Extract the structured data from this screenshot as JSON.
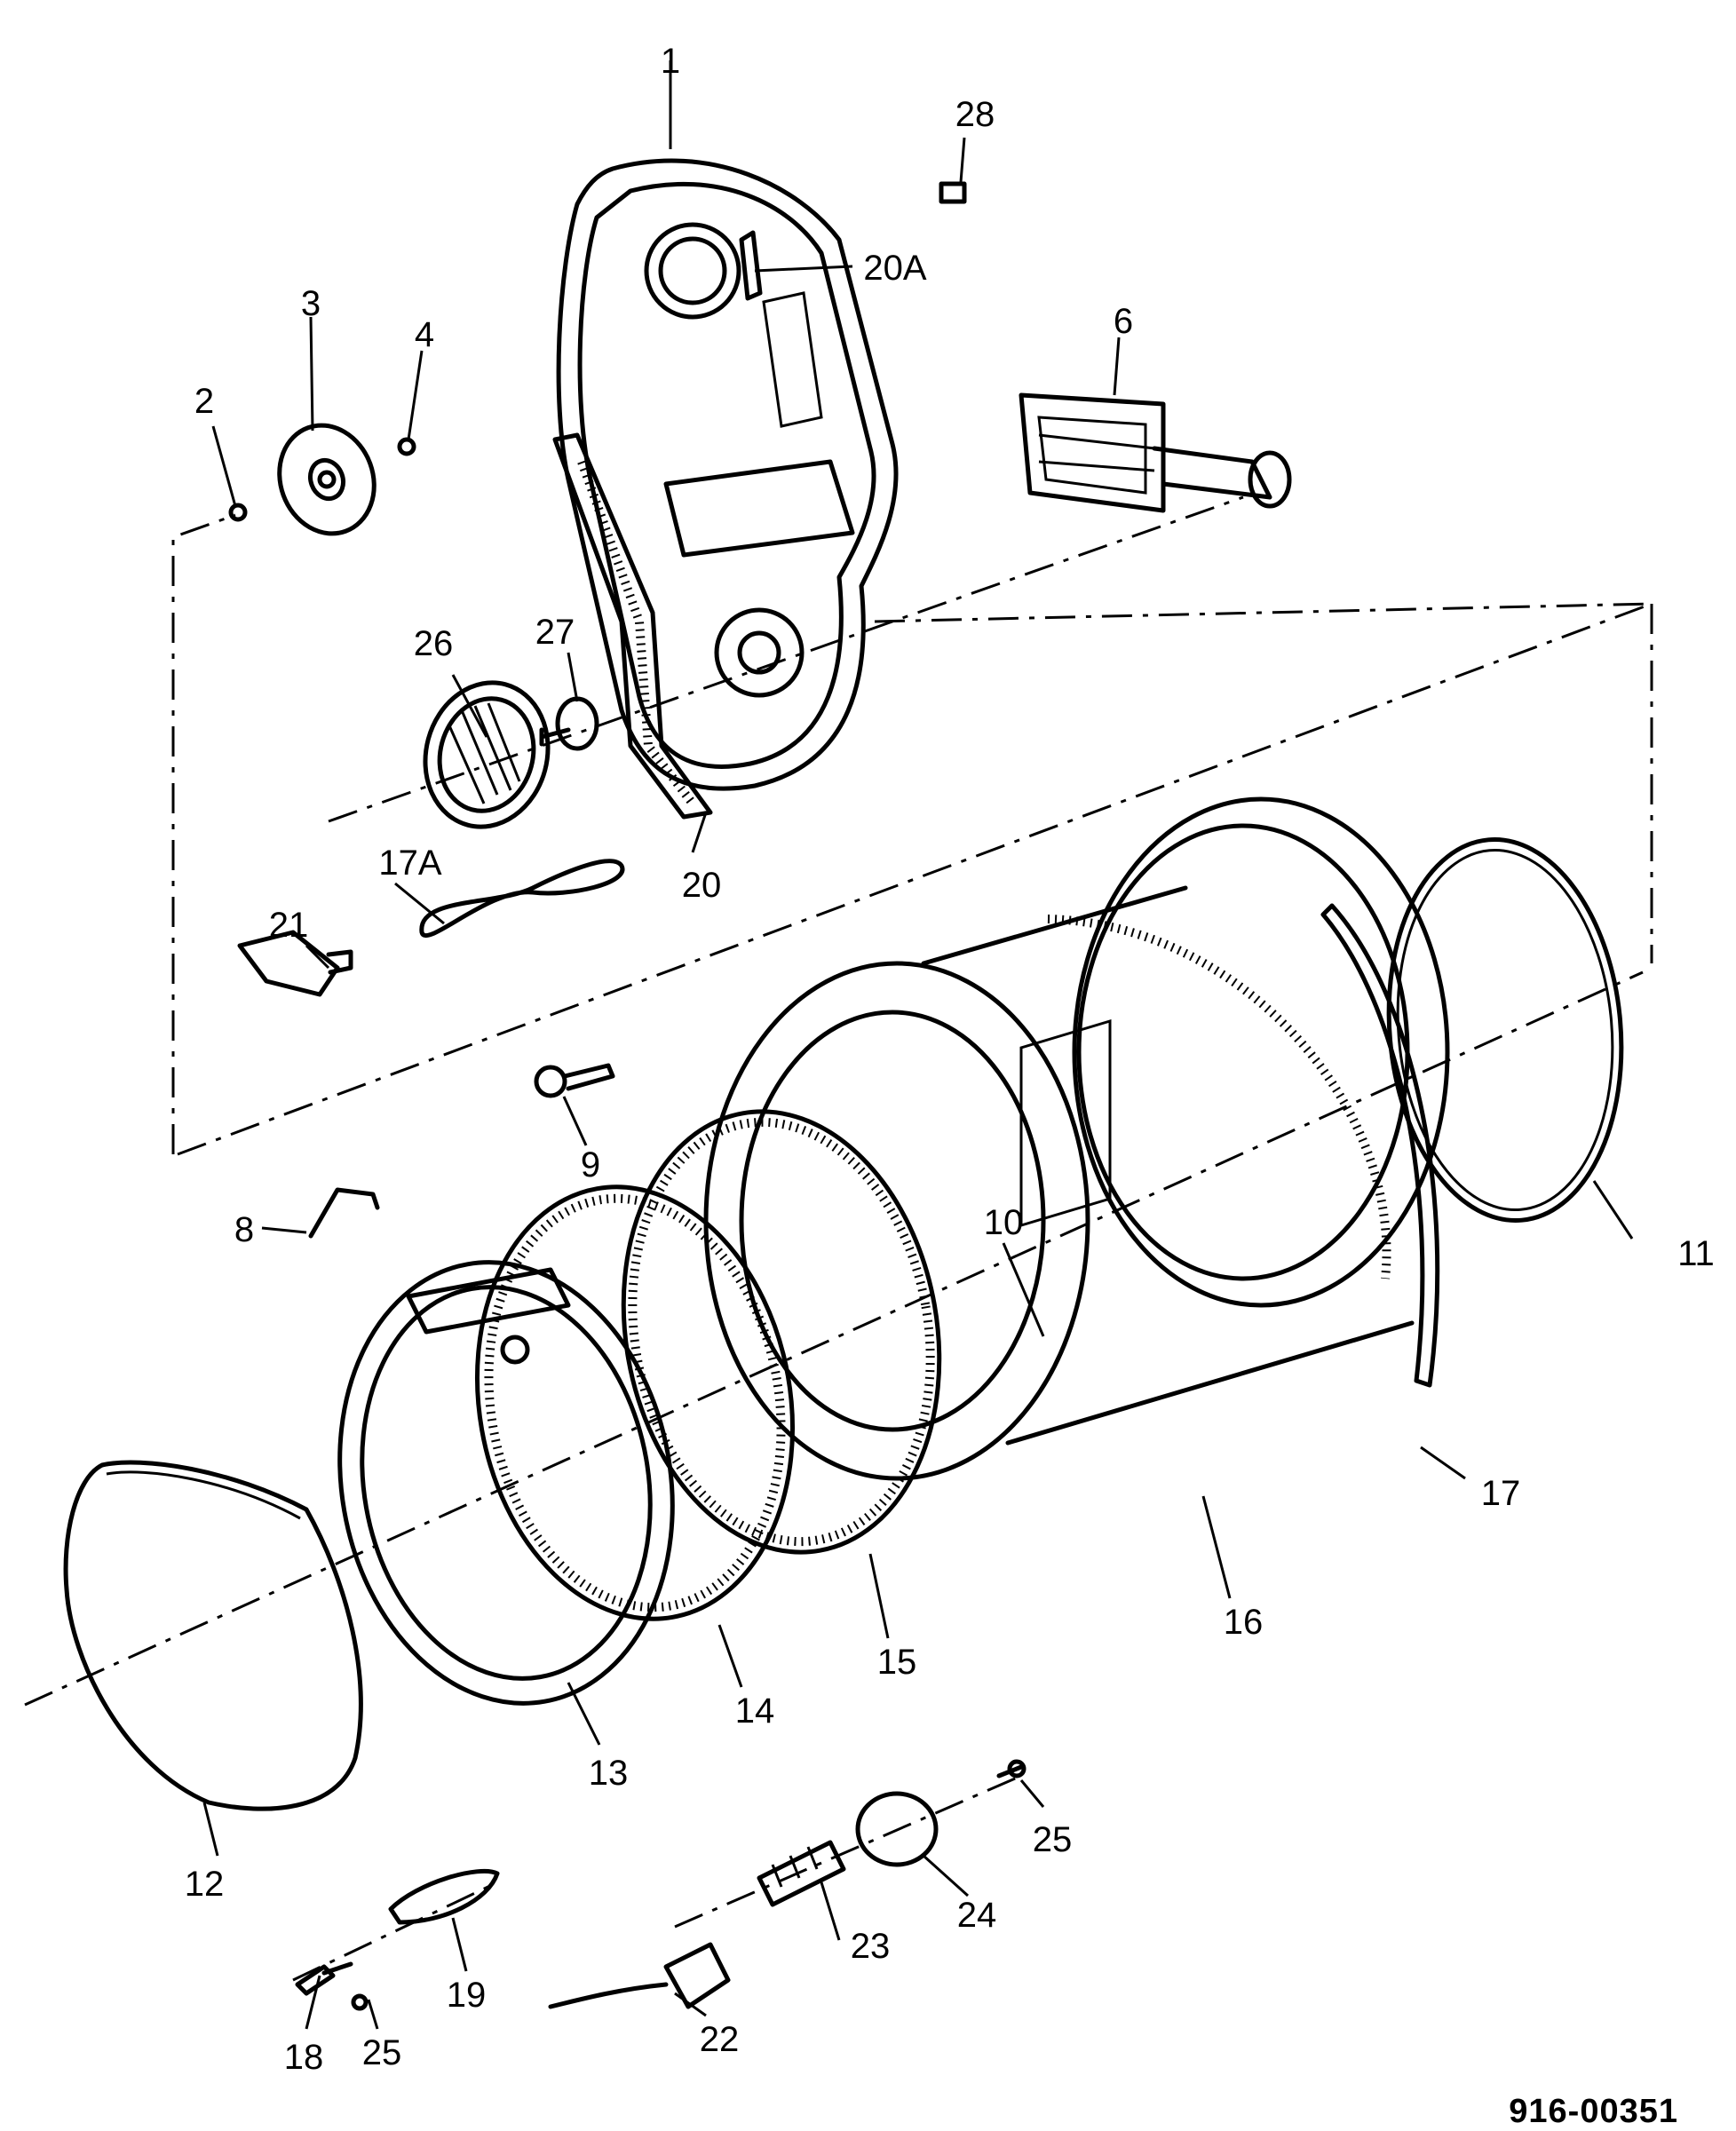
{
  "diagram_code": "916-00351",
  "labels": {
    "p1": "1",
    "p2": "2",
    "p3": "3",
    "p4": "4",
    "p6": "6",
    "p8": "8",
    "p9": "9",
    "p10": "10",
    "p11": "11",
    "p12": "12",
    "p13": "13",
    "p14": "14",
    "p15": "15",
    "p16": "16",
    "p17": "17",
    "p17a": "17A",
    "p18": "18",
    "p19": "19",
    "p20": "20",
    "p20a": "20A",
    "p21": "21",
    "p22": "22",
    "p23": "23",
    "p24": "24",
    "p25a": "25",
    "p25b": "25",
    "p26": "26",
    "p27": "27",
    "p28": "28"
  }
}
